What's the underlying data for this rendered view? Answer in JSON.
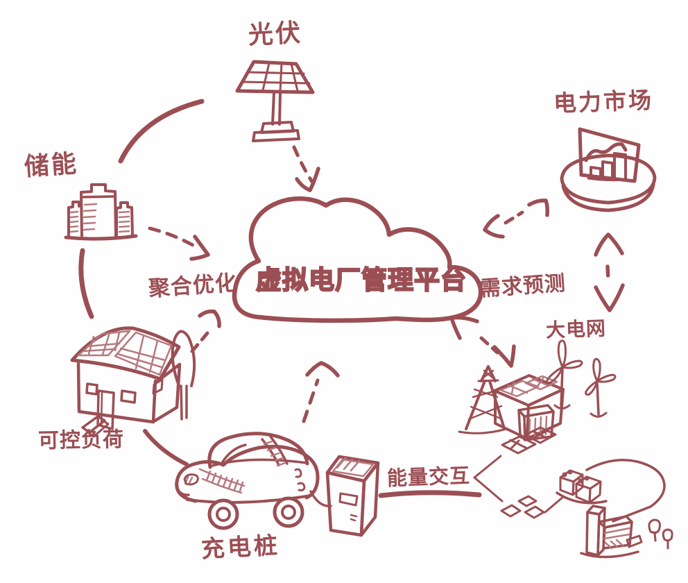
{
  "diagram": {
    "title": "虚拟电厂管理平台",
    "labels": {
      "pv": "光伏",
      "market": "电力市场",
      "storage": "储能",
      "aggregation": "聚合优化",
      "forecast": "需求预测",
      "grid": "大电网",
      "load": "可控负荷",
      "charger": "充电桩",
      "exchange": "能量交互"
    },
    "colors": {
      "ink": "#9b4f54",
      "ink_light": "#b5797e",
      "background": "#ffffff"
    },
    "icons": [
      "solar-panel-icon",
      "market-chart-icon",
      "battery-icon",
      "cloud-icon",
      "house-icon",
      "tree-icon",
      "car-icon",
      "charging-pile-icon",
      "transmission-tower-icon",
      "grid-building-icon",
      "wind-turbine-icon",
      "city-network-icon"
    ],
    "edges": [
      {
        "from": "光伏",
        "to": "虚拟电厂管理平台",
        "style": "dashed-arrow"
      },
      {
        "from": "储能",
        "to": "虚拟电厂管理平台",
        "style": "dashed-arrow"
      },
      {
        "from": "可控负荷",
        "to": "聚合优化",
        "style": "dashed-arrow"
      },
      {
        "from": "充电桩",
        "to": "虚拟电厂管理平台",
        "style": "dashed-arrow"
      },
      {
        "from": "虚拟电厂管理平台",
        "to": "电力市场",
        "style": "dashed-double-arrow"
      },
      {
        "from": "虚拟电厂管理平台",
        "to": "大电网",
        "style": "dashed-double-arrow"
      },
      {
        "from": "电力市场",
        "to": "大电网",
        "style": "dashed-double-arrow"
      },
      {
        "from": "大电网",
        "to": "能量交互",
        "style": "line-network"
      }
    ]
  }
}
